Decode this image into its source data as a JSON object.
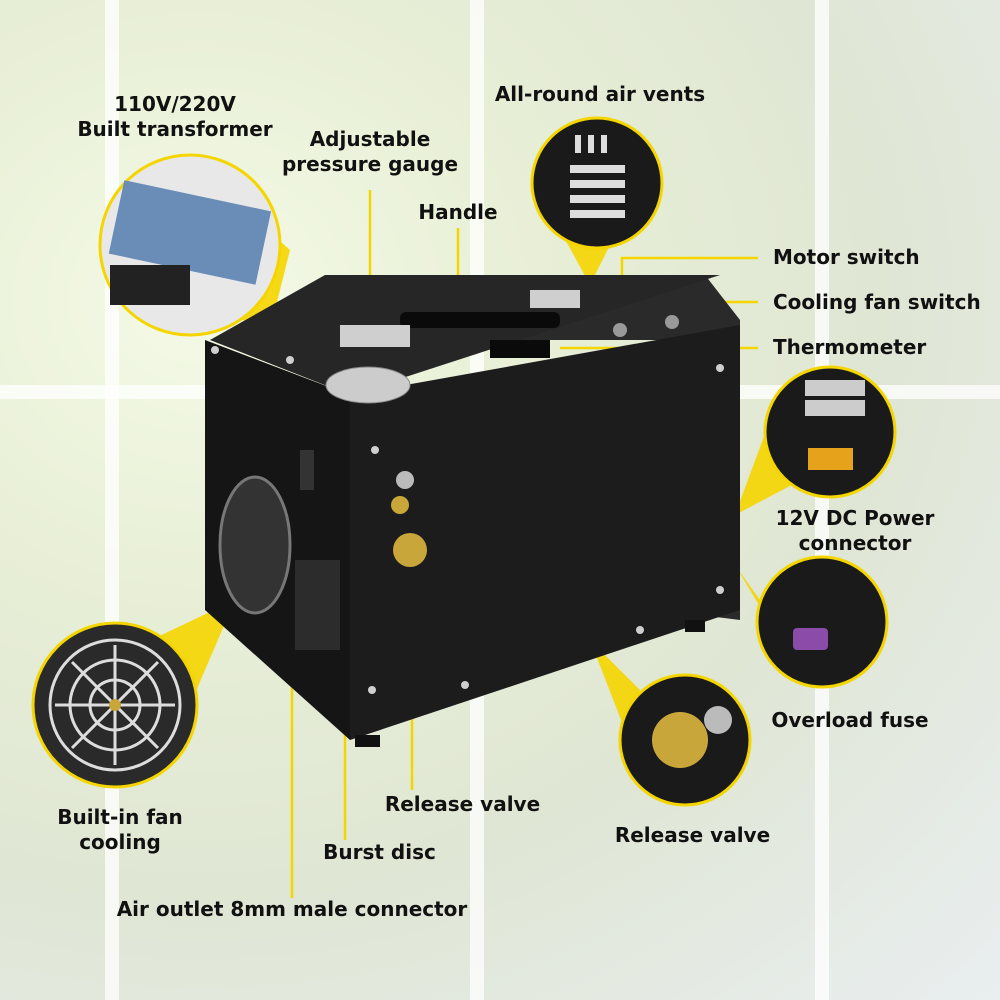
{
  "labels": {
    "transformer": [
      "110V/220V",
      "Built transformer"
    ],
    "gauge": [
      "Adjustable",
      "pressure gauge"
    ],
    "handle": "Handle",
    "vents": "All-round air vents",
    "motor_switch": "Motor switch",
    "fan_switch": "Cooling fan switch",
    "thermometer": "Thermometer",
    "dc_power": [
      "12V DC Power",
      "connector"
    ],
    "fuse": "Overload fuse",
    "release_valve_right": "Release valve",
    "release_valve_center": "Release valve",
    "burst_disc": "Burst disc",
    "air_outlet": "Air outlet 8mm male connector",
    "fan_cooling": [
      "Built-in fan",
      "cooling"
    ]
  },
  "colors": {
    "accent": "#f5d500",
    "body": "#1a1a1a",
    "text": "#111111"
  }
}
